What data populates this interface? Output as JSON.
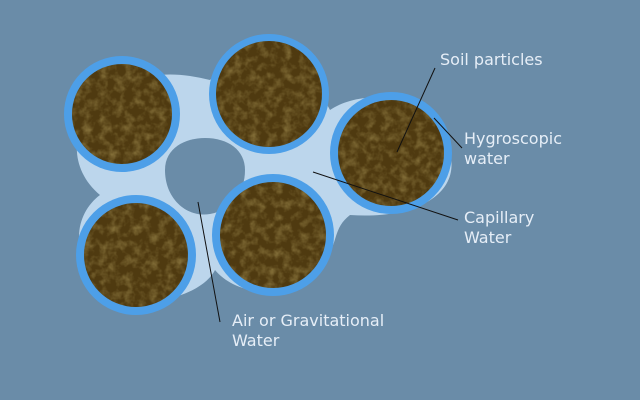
{
  "colors": {
    "background": "#6a8ca8",
    "capillary_water": "#bcd6ec",
    "hygroscopic_water": "#4d9fe8",
    "soil_particle": "#4f3a10",
    "soil_particle_texture": "#6b5217",
    "leader_line": "#111111",
    "label_text": "#e6eef7"
  },
  "labels": {
    "soil_particles": "Soil particles",
    "hygroscopic_water": [
      "Hygroscopic",
      "water"
    ],
    "capillary_water": [
      "Capillary",
      "Water"
    ],
    "air_or_gravitational_water": [
      "Air or Gravitational",
      "Water"
    ]
  }
}
